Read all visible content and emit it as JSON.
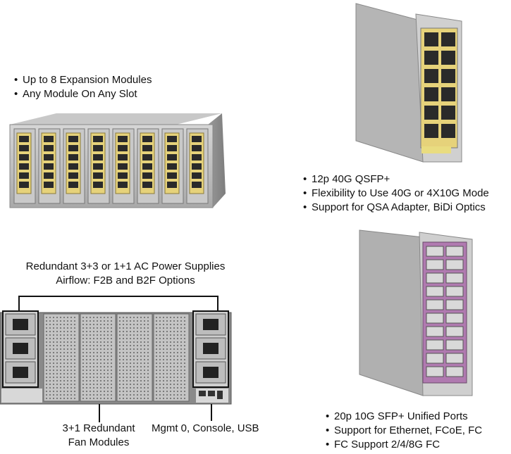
{
  "chassis_features": [
    "Up to 8 Expansion Modules",
    "Any Module On Any Slot"
  ],
  "qsfp_module_features": [
    "12p 40G QSFP+",
    "Flexibility to Use 40G or 4X10G Mode",
    "Support for QSA Adapter, BiDi Optics"
  ],
  "power_supply_caption": {
    "line1": "Redundant 3+3 or 1+1 AC Power Supplies",
    "line2": "Airflow: F2B and B2F Options"
  },
  "fan_caption": {
    "line1": "3+1 Redundant",
    "line2": "Fan Modules"
  },
  "mgmt_caption": "Mgmt 0, Console, USB",
  "sfp_module_features": [
    "20p 10G SFP+ Unified Ports",
    "Support for Ethernet, FCoE, FC",
    "FC Support 2/4/8G FC"
  ],
  "colors": {
    "chassis_metal": "#b9b9b9",
    "module_yellow": "#e6d27a",
    "module_purple": "#b07ab0",
    "port_dark": "#2a2a2a"
  }
}
